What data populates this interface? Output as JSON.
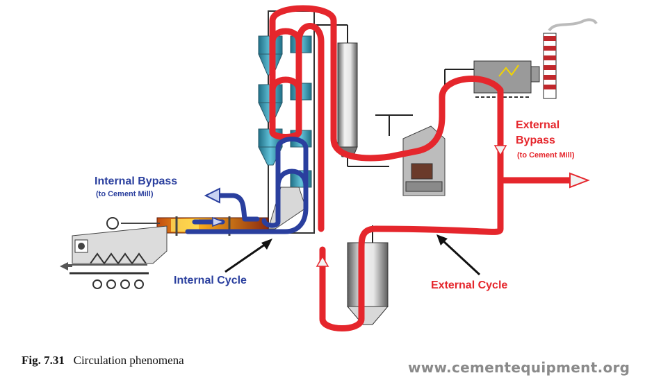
{
  "labels": {
    "internal_bypass_title": "Internal Bypass",
    "internal_bypass_sub": "(to Cement Mill)",
    "internal_cycle": "Internal Cycle",
    "external_bypass_line1": "External",
    "external_bypass_line2": "Bypass",
    "external_bypass_sub": "(to Cement Mill)",
    "external_cycle": "External Cycle"
  },
  "caption": {
    "number": "Fig. 7.31",
    "text": "Circulation phenomena"
  },
  "watermark": "www.cementequipment.org",
  "colors": {
    "external_loop": "#e5262c",
    "internal_loop": "#2a3f9e",
    "cyclone": "#2f9bb5",
    "equipment": "#b8b8b8"
  }
}
